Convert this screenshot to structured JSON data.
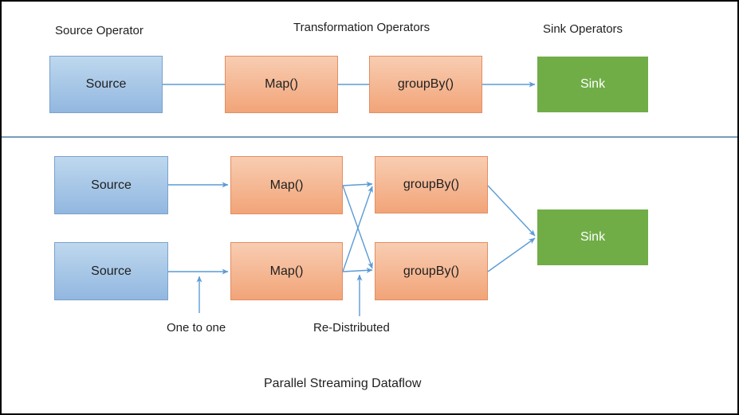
{
  "colors": {
    "blue-top": "#bed8ee",
    "blue-bottom": "#92b7e0",
    "blue-border": "#7ba1cc",
    "orange-top": "#f8cdb2",
    "orange-bottom": "#f2a478",
    "orange-border": "#e28e62",
    "green-fill": "#70ad47",
    "green-text": "#ffffff",
    "arrow": "#5b9bd5",
    "divider": "#4a7ba6",
    "text": "#1f1f1f",
    "frame-border": "#000000"
  },
  "sections": {
    "source_label": "Source Operator",
    "transformation_label": "Transformation Operators",
    "sink_label": "Sink Operators"
  },
  "top_flow": {
    "source": "Source",
    "map": "Map()",
    "groupby": "groupBy()",
    "sink": "Sink"
  },
  "parallel_flow": {
    "source1": "Source",
    "source2": "Source",
    "map1": "Map()",
    "map2": "Map()",
    "groupby1": "groupBy()",
    "groupby2": "groupBy()",
    "sink": "Sink"
  },
  "annotations": {
    "one_to_one": "One to one",
    "redistributed": "Re-Distributed",
    "caption": "Parallel Streaming Dataflow"
  }
}
